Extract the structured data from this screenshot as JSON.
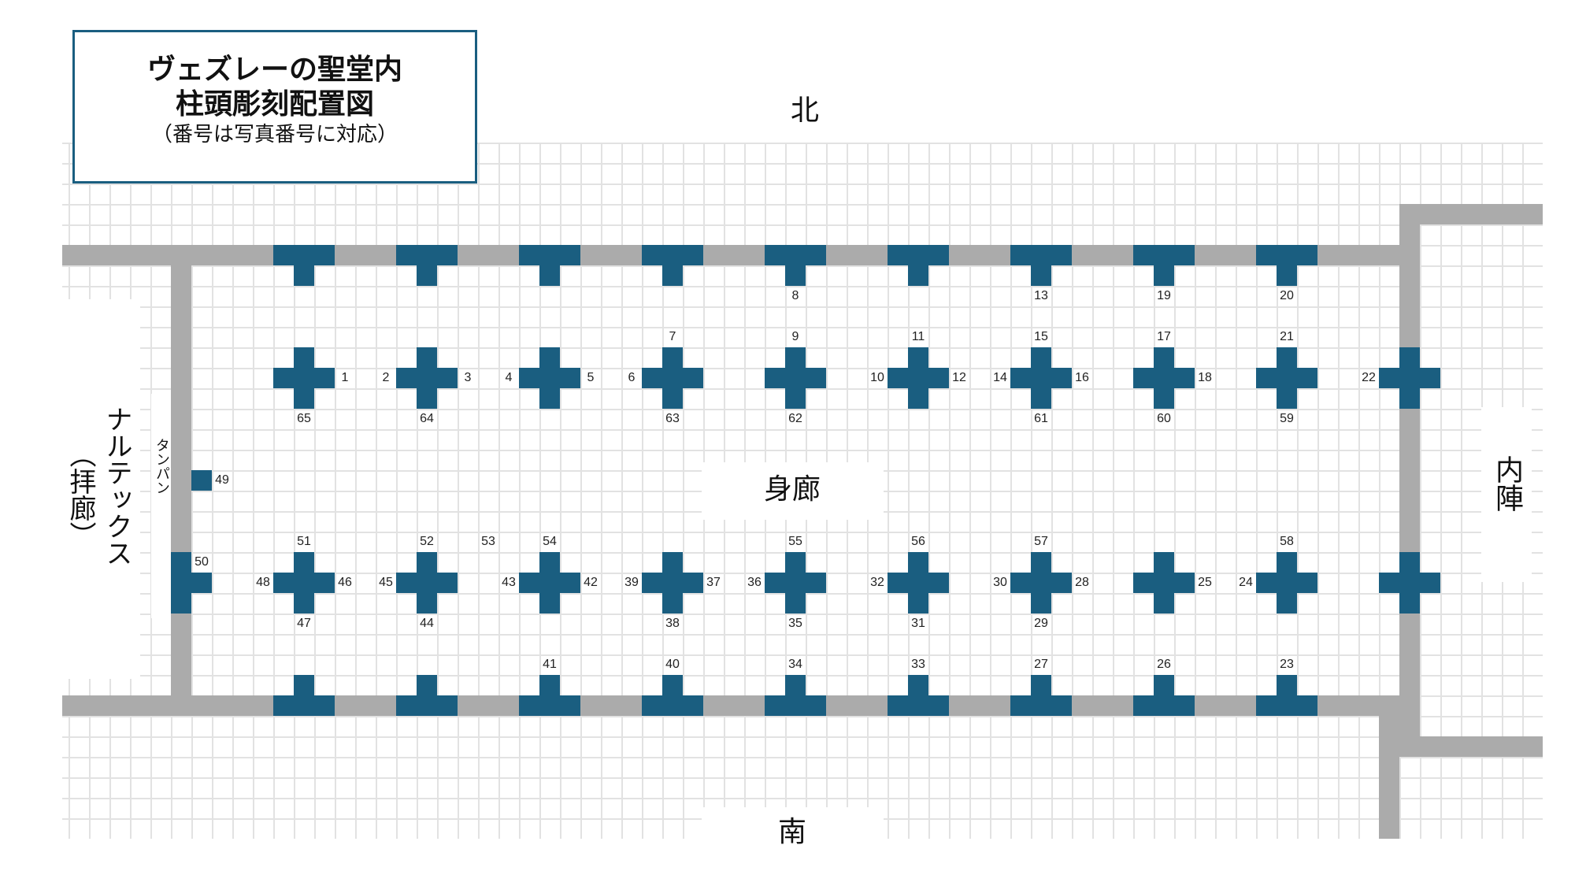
{
  "title": {
    "line1": "ヴェズレーの聖堂内",
    "line2": "柱頭彫刻配置図",
    "note": "（番号は写真番号に対応）"
  },
  "directions": {
    "north": "北",
    "south": "南"
  },
  "areas": {
    "nave": "身廊",
    "choir": "内陣",
    "narthex": "ナルテックス",
    "narthex_sub": "（拝廊）",
    "tympanum": "タンパン"
  },
  "colors": {
    "pillar": "#1a5e80",
    "wall": "#ababab",
    "grid": "#e2e2e2"
  },
  "capital_numbers": [
    "1",
    "2",
    "3",
    "4",
    "5",
    "6",
    "7",
    "8",
    "9",
    "10",
    "11",
    "12",
    "13",
    "14",
    "15",
    "16",
    "17",
    "18",
    "19",
    "20",
    "21",
    "22",
    "23",
    "24",
    "25",
    "26",
    "27",
    "28",
    "29",
    "30",
    "31",
    "32",
    "33",
    "34",
    "35",
    "36",
    "37",
    "38",
    "39",
    "40",
    "41",
    "42",
    "43",
    "44",
    "45",
    "46",
    "47",
    "48",
    "49",
    "50",
    "51",
    "52",
    "53",
    "54",
    "55",
    "56",
    "57",
    "58",
    "59",
    "60",
    "61",
    "62",
    "63",
    "64",
    "65"
  ]
}
